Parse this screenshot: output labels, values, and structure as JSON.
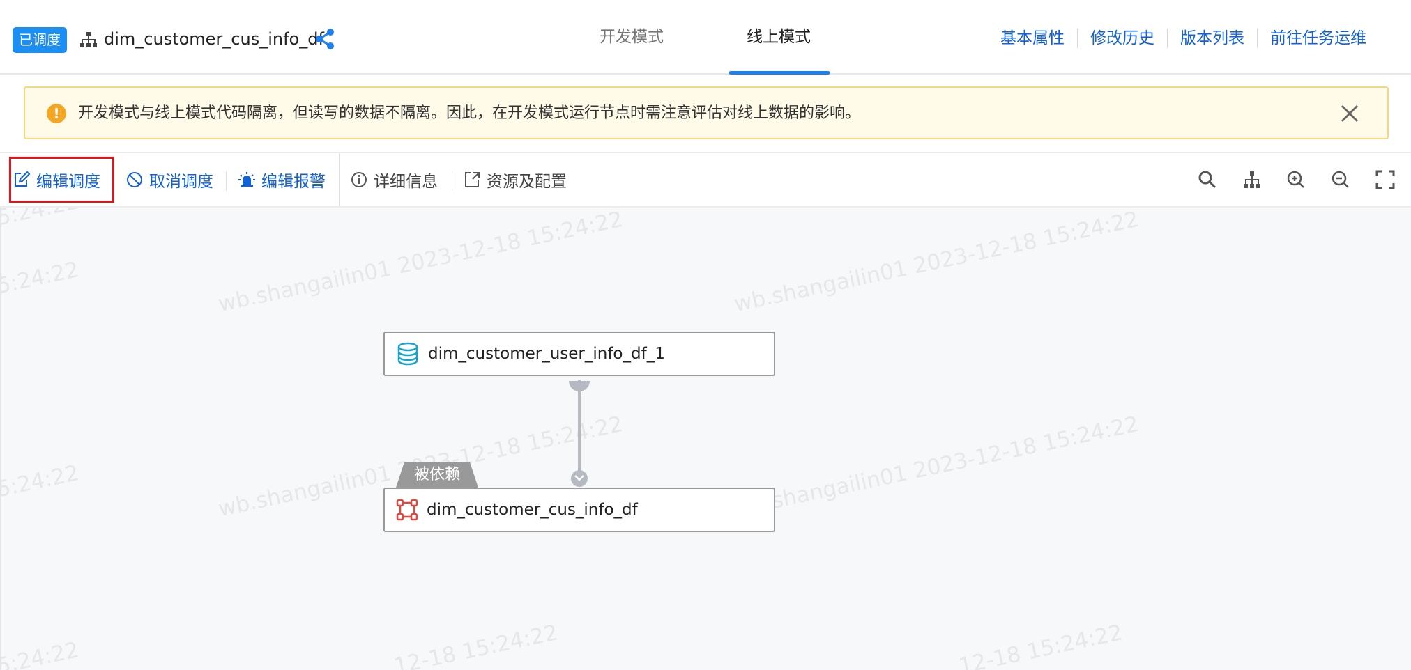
{
  "header": {
    "status_badge": "已调度",
    "task_name": "dim_customer_cus_info_df",
    "tabs": [
      {
        "label": "开发模式",
        "active": false
      },
      {
        "label": "线上模式",
        "active": true
      }
    ],
    "links": [
      "基本属性",
      "修改历史",
      "版本列表",
      "前往任务运维"
    ]
  },
  "alert": {
    "icon": "warning-icon",
    "text": "开发模式与线上模式代码隔离，但读写的数据不隔离。因此，在开发模式运行节点时需注意评估对线上数据的影响。"
  },
  "toolbar": {
    "edit_schedule": "编辑调度",
    "cancel_schedule": "取消调度",
    "edit_alert": "编辑报警",
    "details": "详细信息",
    "resources": "资源及配置",
    "icons": [
      "search-icon",
      "hierarchy-icon",
      "zoom-in-icon",
      "zoom-out-icon",
      "fullscreen-icon"
    ]
  },
  "canvas": {
    "watermark_text": "wb.shangailin01 2023-12-18 15:24:22",
    "watermark_fragment": "5:24:22",
    "watermark_prefix_fragment": "12-18 15:24:22",
    "upstream_node": {
      "label": "dim_customer_user_info_df_1",
      "icon": "database-icon"
    },
    "dependency_tag": "被依赖",
    "current_node": {
      "label": "dim_customer_cus_info_df",
      "icon": "node-icon"
    }
  },
  "colors": {
    "primary": "#1e8ff2",
    "link": "#1361d6",
    "warning": "#f5a623",
    "highlight": "#e3131b",
    "node_icon_red": "#e8453c",
    "db_icon_cyan": "#17a2d6"
  }
}
